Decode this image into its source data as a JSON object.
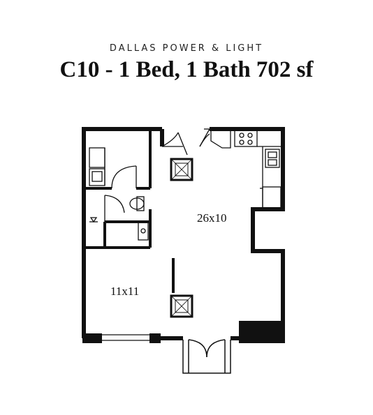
{
  "header": {
    "building": "DALLAS POWER & LIGHT",
    "unit_title": "C10 - 1 Bed, 1 Bath 702 sf"
  },
  "rooms": {
    "living": "26x10",
    "bedroom": "11x11"
  },
  "colors": {
    "wall": "#111111",
    "background": "#ffffff"
  }
}
